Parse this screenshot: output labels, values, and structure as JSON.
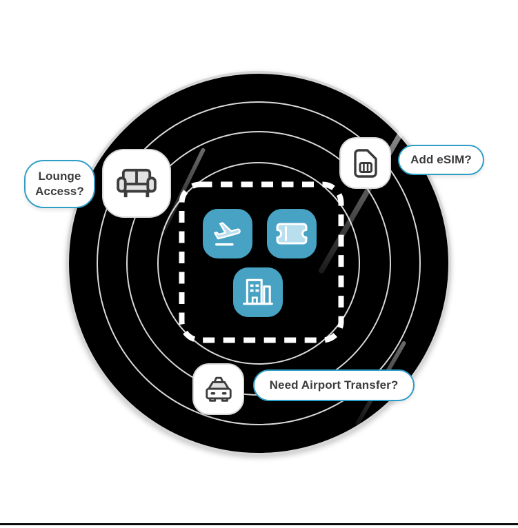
{
  "diagram": {
    "colors": {
      "accent_teal": "#47a2c4",
      "icon_fill_light": "#b9dfee",
      "bubble_border": "#2f9ec6",
      "circle_fill": "#000000",
      "ring_line": "#d9d9d9",
      "rim": "#d6d6d6",
      "card_border": "#d9d9d9",
      "text_dark": "#3b3b3b"
    },
    "center_tiles": [
      {
        "icon": "flight-takeoff-icon"
      },
      {
        "icon": "ticket-icon"
      },
      {
        "icon": "building-icon"
      }
    ],
    "callouts": [
      {
        "id": "lounge",
        "label": "Lounge Access?",
        "icon": "sofa-icon"
      },
      {
        "id": "esim",
        "label": "Add eSIM?",
        "icon": "sim-card-icon"
      },
      {
        "id": "transfer",
        "label": "Need Airport Transfer?",
        "icon": "taxi-icon"
      }
    ]
  }
}
